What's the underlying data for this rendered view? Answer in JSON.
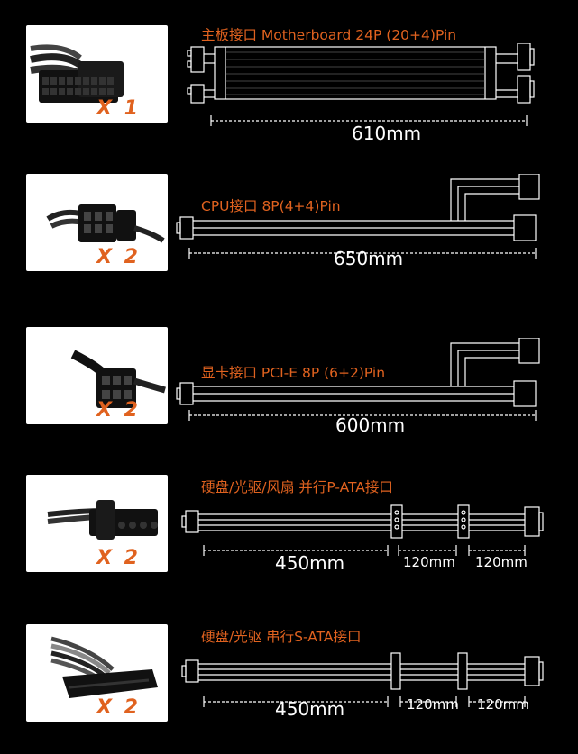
{
  "colors": {
    "accent": "#e0621f",
    "background": "#000000",
    "line": "#ffffff"
  },
  "cables": [
    {
      "name": "24pin",
      "title": "主板接口 Motherboard 24P (20+4)Pin",
      "quantity": "X 1",
      "icon": "atx-24pin-connector-icon",
      "lengths": [
        "610mm"
      ]
    },
    {
      "name": "cpu",
      "title": "CPU接口 8P(4+4)Pin",
      "quantity": "X 2",
      "icon": "cpu-8pin-connector-icon",
      "lengths": [
        "650mm"
      ]
    },
    {
      "name": "pcie",
      "title": "显卡接口 PCI-E 8P (6+2)Pin",
      "quantity": "X 2",
      "icon": "pcie-8pin-connector-icon",
      "lengths": [
        "600mm"
      ]
    },
    {
      "name": "molex",
      "title": "硬盘/光驱/风扇 并行P-ATA接口",
      "quantity": "X 2",
      "icon": "molex-connector-icon",
      "lengths": [
        "450mm",
        "120mm",
        "120mm"
      ]
    },
    {
      "name": "sata",
      "title": "硬盘/光驱 串行S-ATA接口",
      "quantity": "X 2",
      "icon": "sata-connector-icon",
      "lengths": [
        "450mm",
        "120mm",
        "120mm"
      ]
    }
  ]
}
